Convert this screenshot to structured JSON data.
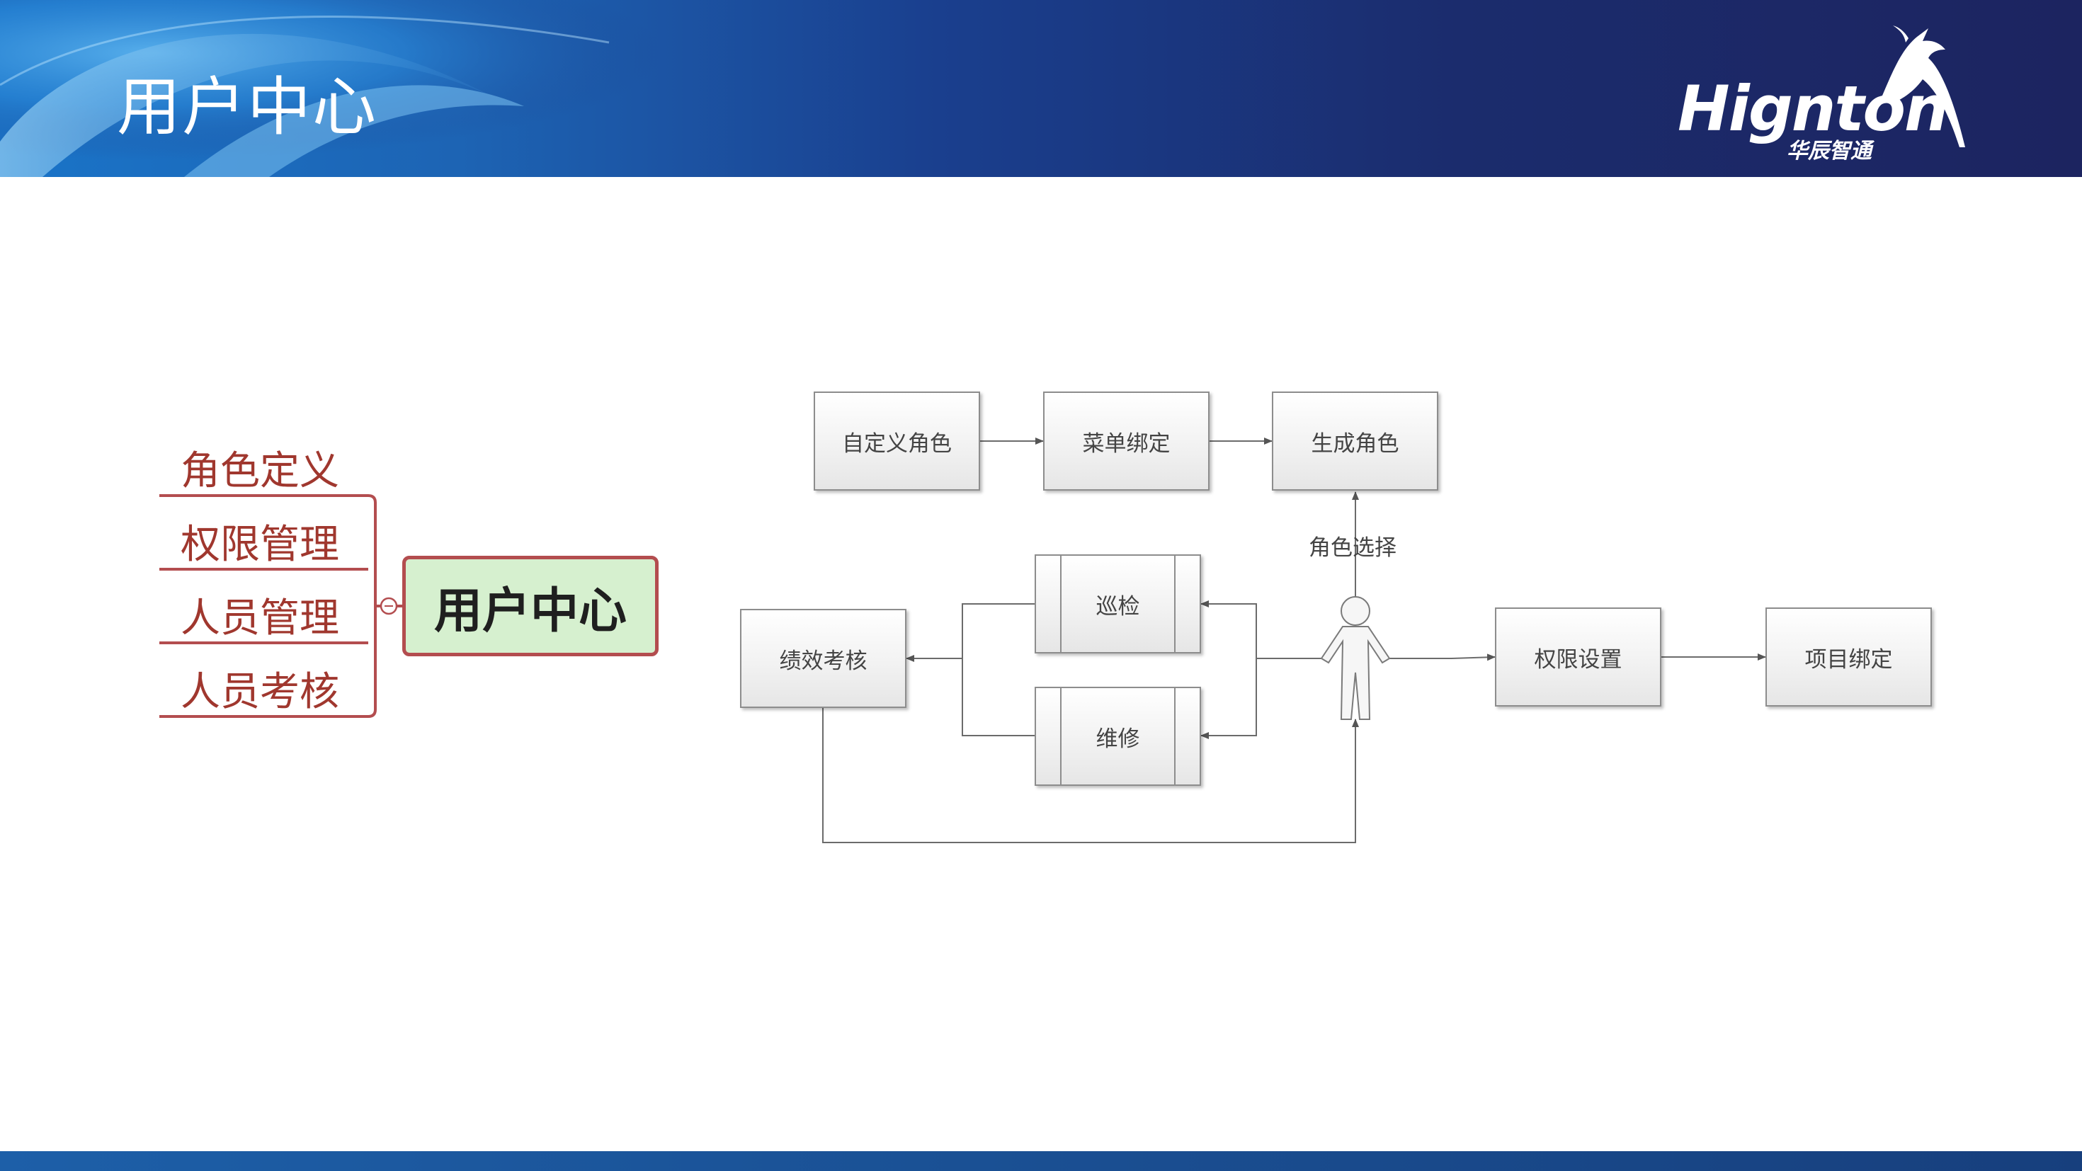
{
  "header": {
    "title": "用户中心",
    "logo_text": "Hignton",
    "logo_subtext": "华辰智通"
  },
  "mindmap": {
    "central": "用户中心",
    "items": [
      "角色定义",
      "权限管理",
      "人员管理",
      "人员考核"
    ]
  },
  "flowchart": {
    "nodes": {
      "custom_role": "自定义角色",
      "menu_binding": "菜单绑定",
      "generate_role": "生成角色",
      "performance": "绩效考核",
      "inspection": "巡检",
      "repair": "维修",
      "permission": "权限设置",
      "project_binding": "项目绑定"
    },
    "edge_labels": {
      "role_select": "角色选择"
    }
  },
  "colors": {
    "mindmap_text": "#a0372e",
    "mindmap_border": "#b34d4f",
    "central_fill": "#d6f0cf",
    "banner_dark": "#1c2460",
    "banner_light": "#1a74c8"
  }
}
